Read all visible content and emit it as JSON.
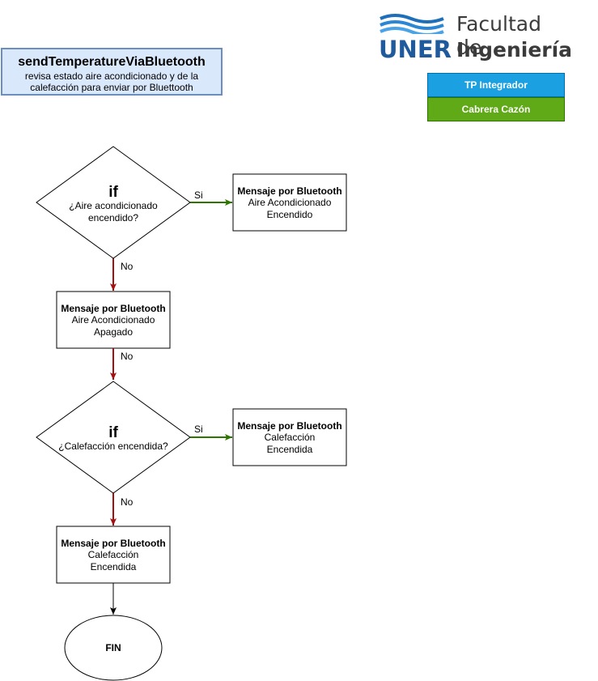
{
  "header": {
    "title": "sendTemperatureViaBluetooth",
    "description": "revisa estado aire acondicionado y de la calefacción para enviar por Bluettooth"
  },
  "logo": {
    "short": "UNER",
    "line1": "Facultad de",
    "line2": "Ingeniería"
  },
  "badges": {
    "project": "TP Integrador",
    "author": "Cabrera Cazón",
    "project_color": "#1ba1e2",
    "author_color": "#60a917"
  },
  "flow": {
    "decision1": {
      "keyword": "if",
      "line1": "¿Aire acondicionado",
      "line2": "encendido?"
    },
    "decision2": {
      "keyword": "if",
      "line1": "¿Calefacción encendida?"
    },
    "msg_ac_on": {
      "title": "Mensaje por Bluetooth",
      "line1": "Aire Acondicionado",
      "line2": "Encendido"
    },
    "msg_ac_off": {
      "title": "Mensaje por Bluetooth",
      "line1": "Aire Acondicionado",
      "line2": "Apagado"
    },
    "msg_heat_on": {
      "title": "Mensaje por Bluetooth",
      "line1": "Calefacción",
      "line2": "Encendida"
    },
    "msg_heat_off": {
      "title": "Mensaje por Bluetooth",
      "line1": "Calefacción",
      "line2": "Encendida"
    },
    "end": "FIN",
    "labels": {
      "si1": "Si",
      "no1": "No",
      "no2": "No",
      "si2": "Si",
      "no3": "No"
    }
  },
  "colors": {
    "yes_arrow": "#2d7600",
    "no_arrow": "#a50f0f",
    "logo_blue": "#1e6fb8"
  }
}
